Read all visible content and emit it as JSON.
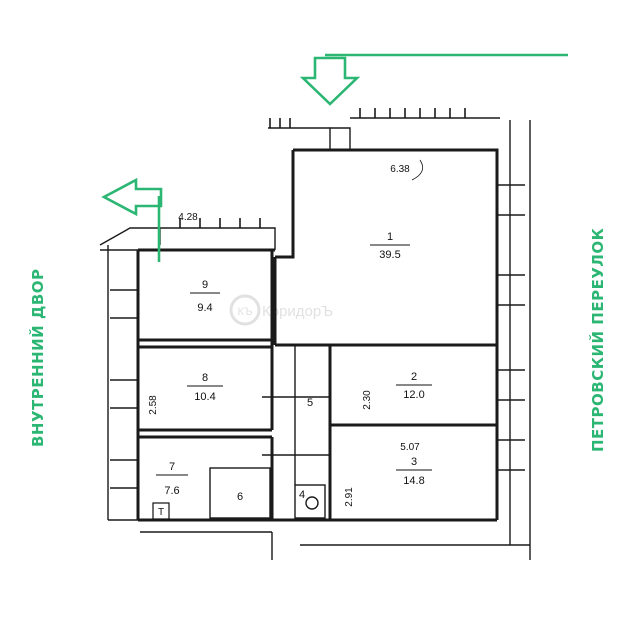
{
  "streets": {
    "left": "ВНУТРЕННИЙ ДВОР",
    "right": "ПЕТРОВСКИЙ ПЕРЕУЛОК"
  },
  "rooms": [
    {
      "num": "1",
      "area": "39.5"
    },
    {
      "num": "2",
      "area": "12.0"
    },
    {
      "num": "3",
      "area": "14.8"
    },
    {
      "num": "4",
      "area": ""
    },
    {
      "num": "5",
      "area": ""
    },
    {
      "num": "6",
      "area": ""
    },
    {
      "num": "7",
      "area": "7.6"
    },
    {
      "num": "8",
      "area": "10.4"
    },
    {
      "num": "9",
      "area": "9.4"
    }
  ],
  "dimensions": {
    "d1": "6.38",
    "d2": "5.07",
    "d3": "2.30",
    "d4": "2.91",
    "d5": "2.58",
    "d6": "4.28"
  },
  "labels": {
    "toilet": "Т"
  },
  "watermark": {
    "logo": "КЪ",
    "name": "КоридорЪ"
  },
  "colors": {
    "accent": "#2bb673",
    "wall": "#1a1a1a"
  }
}
